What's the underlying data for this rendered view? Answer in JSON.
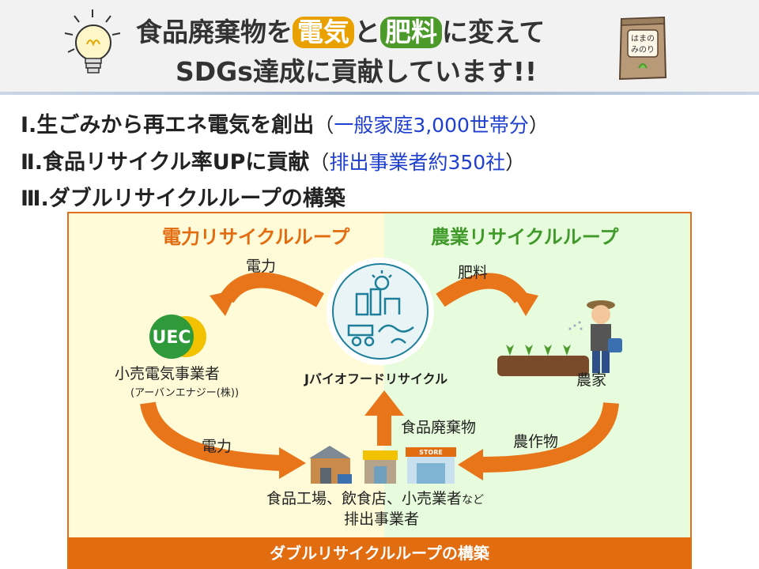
{
  "header": {
    "line1_pre": "食品廃棄物を",
    "line1_hl1": "電気",
    "line1_mid": "と",
    "line1_hl2": "肥料",
    "line1_post": "に変えて",
    "line2": "SDGs達成に貢献しています!!",
    "bag_label_1": "はまの",
    "bag_label_2": "みのり"
  },
  "points": [
    {
      "num": "Ⅰ.",
      "text": "生ごみから再エネ電気を創出",
      "sub": "一般家庭3,000世帯分"
    },
    {
      "num": "Ⅱ.",
      "text": "食品リサイクル率UPに貢献",
      "sub": "排出事業者約350社"
    },
    {
      "num": "Ⅲ.",
      "text": "ダブルリサイクルループの構築",
      "sub": ""
    }
  ],
  "diagram": {
    "left_title": "電力リサイクルループ",
    "right_title": "農業リサイクルループ",
    "arrow_top_left": "電力",
    "arrow_top_right": "肥料",
    "arrow_bottom_left": "電力",
    "arrow_bottom_right": "農作物",
    "arrow_up": "食品廃棄物",
    "center_label": "Jバイオフードリサイクル",
    "retailer_logo": "UEC",
    "retailer_label": "小売電気事業者",
    "retailer_sub": "(アーバンエナジー(株))",
    "farmer_label": "農家",
    "emitters_label_main": "食品工場、飲食店、小売業者",
    "emitters_label_suffix": "など",
    "emitters_label_2": "排出事業者",
    "store_sign": "STORE",
    "colors": {
      "arrow": "#e8751a",
      "left_bg": "#fffbd8",
      "right_bg": "#e7fcdc",
      "left_title": "#e26c10",
      "right_title": "#3f9a2a",
      "center_circle": "#1e7f9a"
    }
  },
  "footer": "ダブルリサイクルループの構築"
}
